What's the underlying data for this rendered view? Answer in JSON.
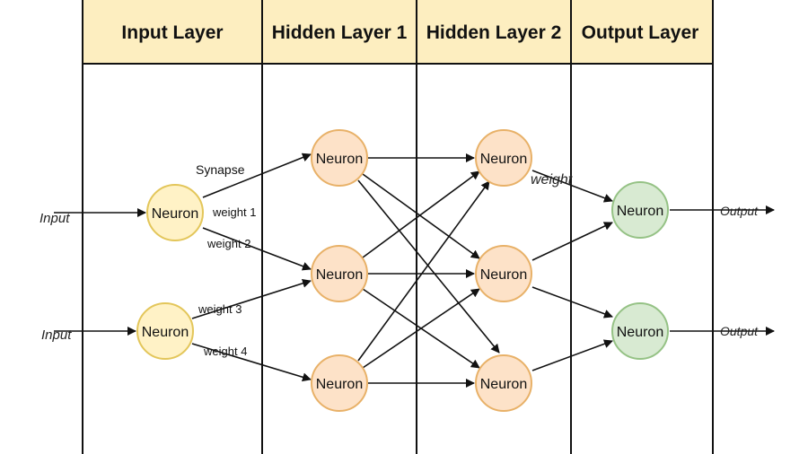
{
  "colors": {
    "header_fill": "#fdeec0",
    "input_neuron_fill": "#fff2c6",
    "input_neuron_stroke": "#e3c65a",
    "hidden_neuron_fill": "#fde2c8",
    "hidden_neuron_stroke": "#e8b168",
    "output_neuron_fill": "#d8ead2",
    "output_neuron_stroke": "#95c285",
    "line": "#111111"
  },
  "layers": [
    {
      "title": "Input Layer"
    },
    {
      "title": "Hidden Layer 1"
    },
    {
      "title": "Hidden Layer 2"
    },
    {
      "title": "Output Layer"
    }
  ],
  "neuron_label": "Neuron",
  "labels": {
    "synapse": "Synapse",
    "weight": "weight",
    "weight1": "weight 1",
    "weight2": "weight 2",
    "weight3": "weight 3",
    "weight4": "weight 4",
    "input": "Input",
    "output": "Output"
  }
}
